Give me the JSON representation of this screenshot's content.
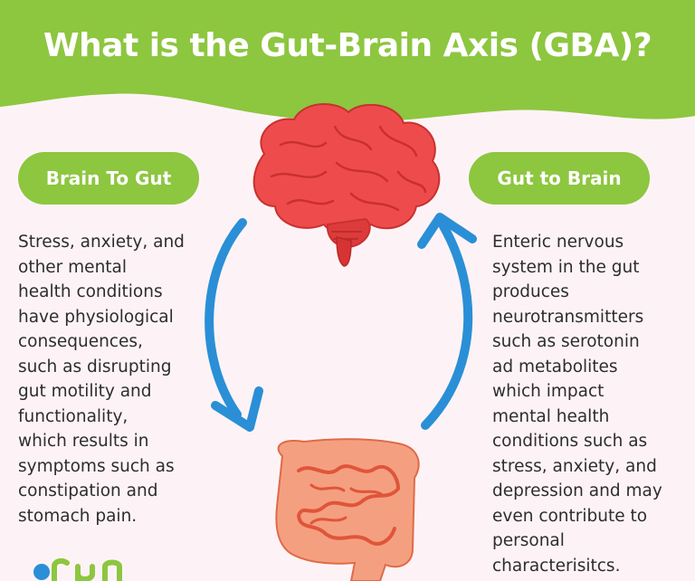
{
  "title": "What is the Gut-Brain Axis (GBA)?",
  "left_panel": {
    "heading": "Brain To Gut",
    "body": "Stress, anxiety, and\nother mental\nhealth conditions\nhave physiological\nconsequences,\nsuch as disrupting\ngut motility and\nfunctionality,\nwhich results in\nsymptoms such as\nconstipation and\nstomach pain."
  },
  "right_panel": {
    "heading": "Gut to Brain",
    "body": "Enteric nervous\nsystem in the gut\nproduces\nneurotransmitters\nsuch as serotonin\nad metabolites\nwhich impact\nmental health\nconditions such as\nstress, anxiety, and\ndepression and may\neven contribute to\npersonal\ncharacterisitcs."
  },
  "colors": {
    "header_green": "#8dc63f",
    "arrow_blue": "#2a8fd6",
    "brain_red": "#ee4c4c",
    "gut_orange": "#f4a080",
    "background": "#fdf3f6"
  },
  "icons": [
    "brain-icon",
    "intestine-icon",
    "arrow-down-icon",
    "arrow-up-icon",
    "logo-icon"
  ]
}
